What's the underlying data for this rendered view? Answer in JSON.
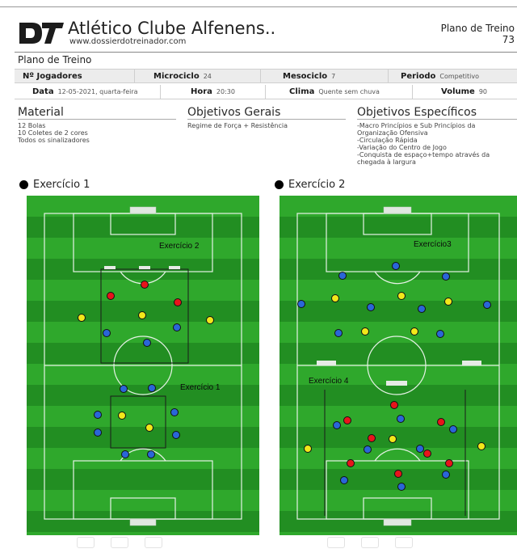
{
  "header": {
    "club_name": "Atlético Clube Alfenens..",
    "website": "www.dossierdotreinador.com",
    "plan_label": "Plano de Treino",
    "plan_number": "73",
    "section_title": "Plano de Treino",
    "logo_text": "DT"
  },
  "info": {
    "jogadores_label": "Nº Jogadores",
    "jogadores_value": "",
    "microciclo_label": "Microciclo",
    "microciclo_value": "24",
    "mesociclo_label": "Mesociclo",
    "mesociclo_value": "7",
    "periodo_label": "Periodo",
    "periodo_value": "Competitivo",
    "data_label": "Data",
    "data_value": "12-05-2021, quarta-feira",
    "hora_label": "Hora",
    "hora_value": "20:30",
    "clima_label": "Clima",
    "clima_value": "Quente sem chuva",
    "volume_label": "Volume",
    "volume_value": "90"
  },
  "material": {
    "title": "Material",
    "lines": [
      "12 Bolas",
      "10 Coletes de 2 cores",
      "Todos os sinalizadores"
    ]
  },
  "objetivos_gerais": {
    "title": "Objetivos Gerais",
    "lines": [
      "Regime de Força + Resistência"
    ]
  },
  "objetivos_especificos": {
    "title": "Objetivos Específicos",
    "lines": [
      "-Macro Princípios e Sub Princípios da",
      "Organização Ofensiva",
      "-Circulação Rápida",
      "-Variação do Centro de Jogo",
      "-Conquista de espaço+tempo através da",
      "chegada à largura"
    ]
  },
  "exercises": [
    {
      "title": "Exercício 1",
      "labels": [
        "Exercício 2",
        "Exercício 1"
      ]
    },
    {
      "title": "Exercício 2",
      "labels": [
        "Exercício3",
        "Exercício 4"
      ]
    }
  ],
  "colors": {
    "grass_light": "#2fa82c",
    "grass_dark": "#228e22",
    "player_red": "#e8141b",
    "player_blue": "#2a66d8",
    "player_yellow": "#f2e81a"
  },
  "icons": [
    "clock-icon",
    "players-icon",
    "field-icon",
    "clock-icon",
    "players-icon",
    "field-icon"
  ]
}
